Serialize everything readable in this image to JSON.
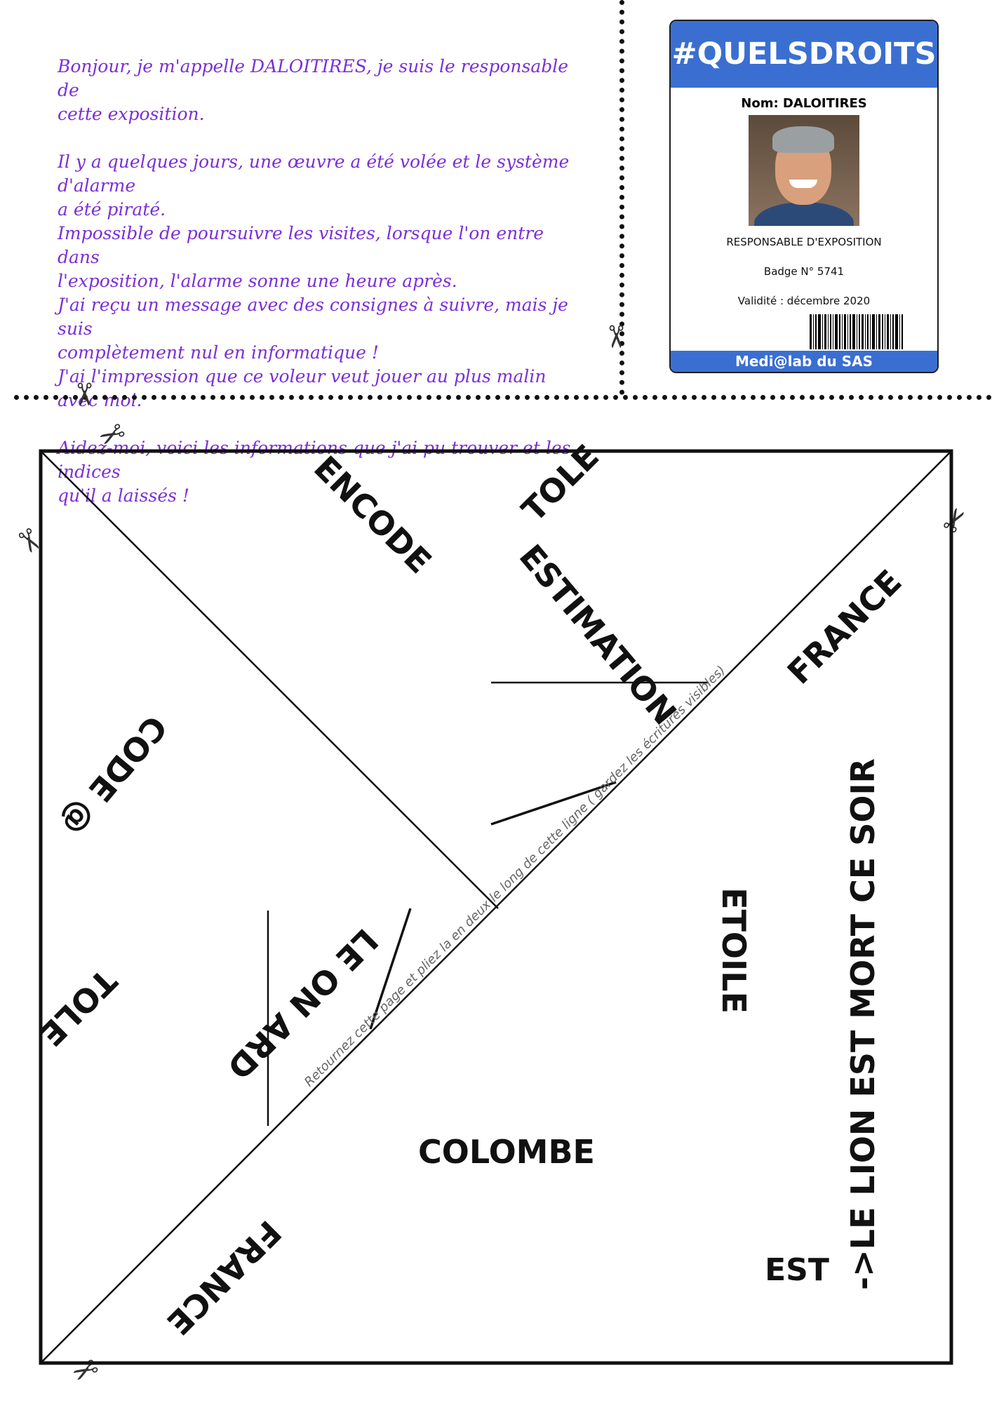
{
  "letter": {
    "lines": [
      "Bonjour, je m'appelle DALOITIRES, je suis le responsable de",
      "cette exposition.",
      "",
      "Il y a quelques jours, une œuvre a été volée et le système d'alarme",
      "a été piraté.",
      "Impossible de poursuivre les visites, lorsque l'on entre dans",
      "l'exposition, l'alarme sonne une heure après.",
      " J'ai reçu un message avec des consignes à suivre, mais je suis",
      "complètement nul en informatique !",
      " J'ai l'impression que ce voleur veut jouer au plus malin avec moi.",
      "",
      "Aidez-moi, voici les informations que j'ai pu trouver et les indices",
      "qu'il a laissés !"
    ]
  },
  "badge": {
    "title": "#QUELSDROITS",
    "name": "Nom: DALOITIRES",
    "role": "RESPONSABLE D'EXPOSITION",
    "number": "Badge N° 5741",
    "validity": "Validité : décembre 2020",
    "footer": "Medi@lab du SAS",
    "accent": "#3a6fd1"
  },
  "puzzle": {
    "encode": "ENCODE",
    "tole_top": "TOLE",
    "estimation": "ESTIMATION",
    "france_top": "FRANCE",
    "code": "CODE @",
    "tole_left": "TOLE",
    "le_on_ard": "LE ON ARD",
    "etoile": "ETOILE",
    "le_lion": "->LE LION EST MORT CE SOIR",
    "colombe": "COLOMBE",
    "france_bottom": "FRANCE",
    "est": "EST",
    "fold_instruction": "Retournez cette page et pliez la en deux le long de cette ligne ( gardez les écritures visibles)"
  },
  "colors": {
    "letter_text": "#7b2fd6",
    "border": "#111111"
  },
  "icons": [
    "scissors-icon"
  ]
}
